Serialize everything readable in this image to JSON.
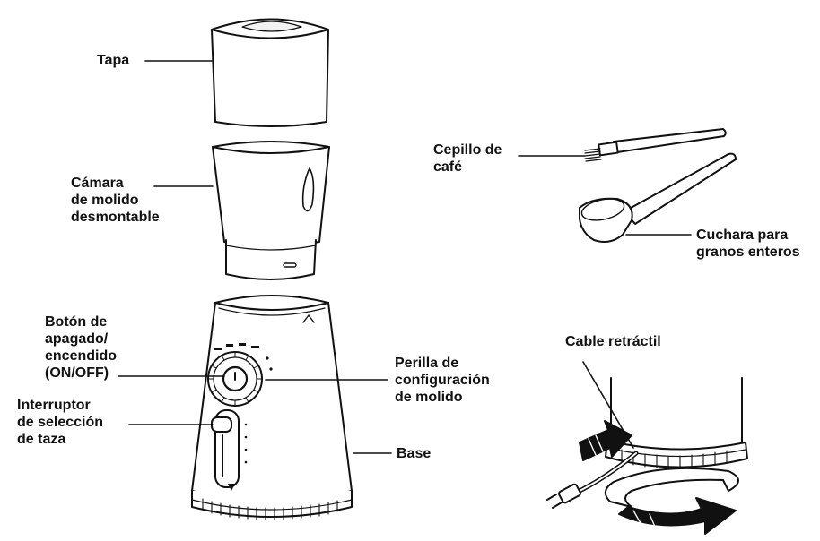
{
  "labels": {
    "tapa": [
      "Tapa"
    ],
    "camara": [
      "Cámara",
      "de molido",
      "desmontable"
    ],
    "boton": [
      "Botón de",
      "apagado/",
      "encendido",
      "(ON/OFF)"
    ],
    "interruptor": [
      "Interruptor",
      "de selección",
      "de taza"
    ],
    "perilla": [
      "Perilla de",
      "configuración",
      "de molido"
    ],
    "base": [
      "Base"
    ],
    "cepillo": [
      "Cepillo de",
      "café"
    ],
    "cuchara": [
      "Cuchara para",
      "granos enteros"
    ],
    "cable": [
      "Cable retráctil"
    ]
  },
  "colors": {
    "ink": "#111111",
    "paper": "#ffffff",
    "shade": "#cfcfcf"
  }
}
